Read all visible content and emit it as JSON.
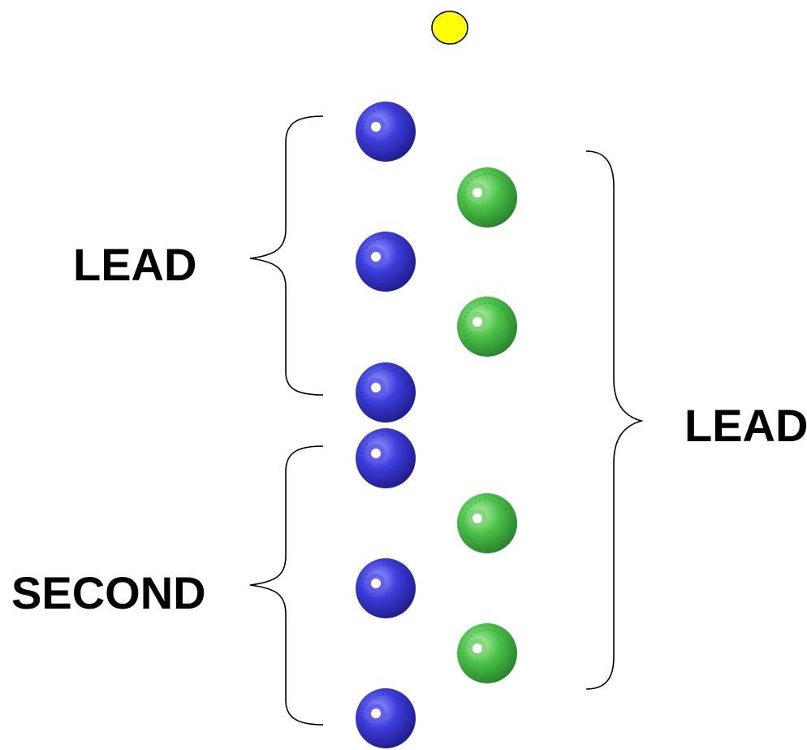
{
  "labels": {
    "left_top": "LEAD",
    "left_bottom": "SECOND",
    "right": "LEAD"
  },
  "jack": {
    "color": "#ffff00"
  },
  "bowls": {
    "player_one": {
      "color": "blue",
      "count": 6
    },
    "player_two": {
      "color": "green",
      "count": 4
    }
  },
  "colors": {
    "blue_light": "#9a9cff",
    "blue_mid": "#3d3ddb",
    "blue_dark": "#1e1a8a",
    "green_light": "#b8f2b0",
    "green_mid": "#4cc24a",
    "green_dark": "#25802a",
    "jack_fill": "#ffff00",
    "bracket": "#000000"
  }
}
